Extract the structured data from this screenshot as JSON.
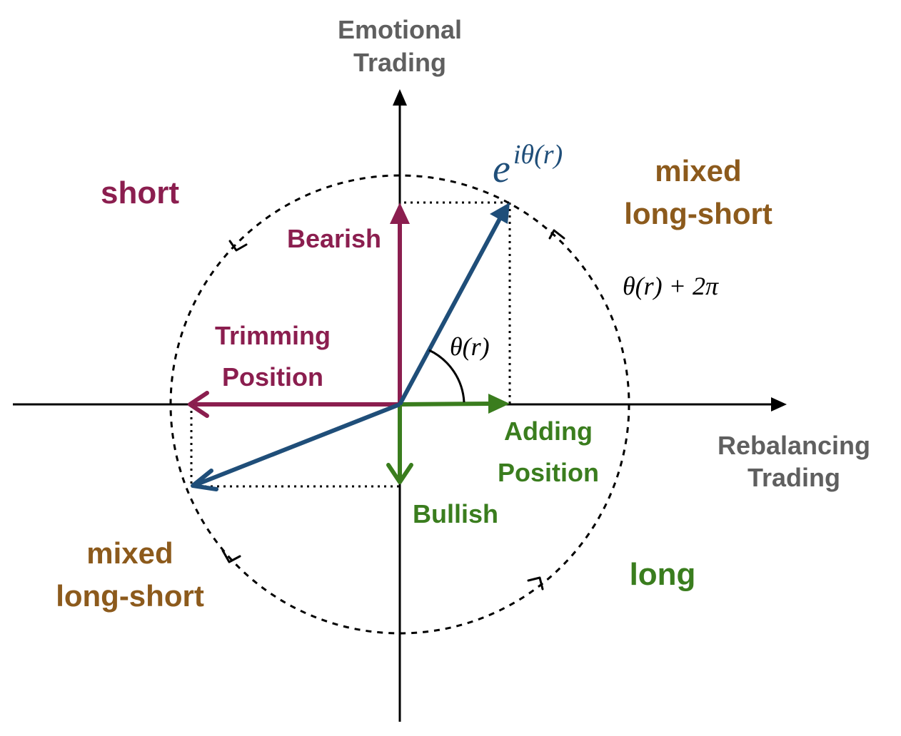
{
  "axes": {
    "y_label_line1": "Emotional",
    "y_label_line2": "Trading",
    "x_label_line1": "Rebalancing",
    "x_label_line2": "Trading"
  },
  "vectors": {
    "bearish": "Bearish",
    "trimming_line1": "Trimming",
    "trimming_line2": "Position",
    "adding_line1": "Adding",
    "adding_line2": "Position",
    "bullish": "Bullish"
  },
  "regions": {
    "top_left": "short",
    "top_right_line1": "mixed",
    "top_right_line2": "long-short",
    "bottom_left_line1": "mixed",
    "bottom_left_line2": "long-short",
    "bottom_right": "long"
  },
  "math": {
    "euler_base": "e",
    "euler_exponent": "iθ(r)",
    "angle": "θ(r)",
    "angle_plus_period": "θ(r) + 2π"
  },
  "colors": {
    "axis": "#000000",
    "axis_label": "#5f5f5f",
    "complex_vector": "#1f4e79",
    "bearish": "#8b1e4f",
    "bullish": "#3a7d1e",
    "mixed": "#8c5a1c"
  }
}
